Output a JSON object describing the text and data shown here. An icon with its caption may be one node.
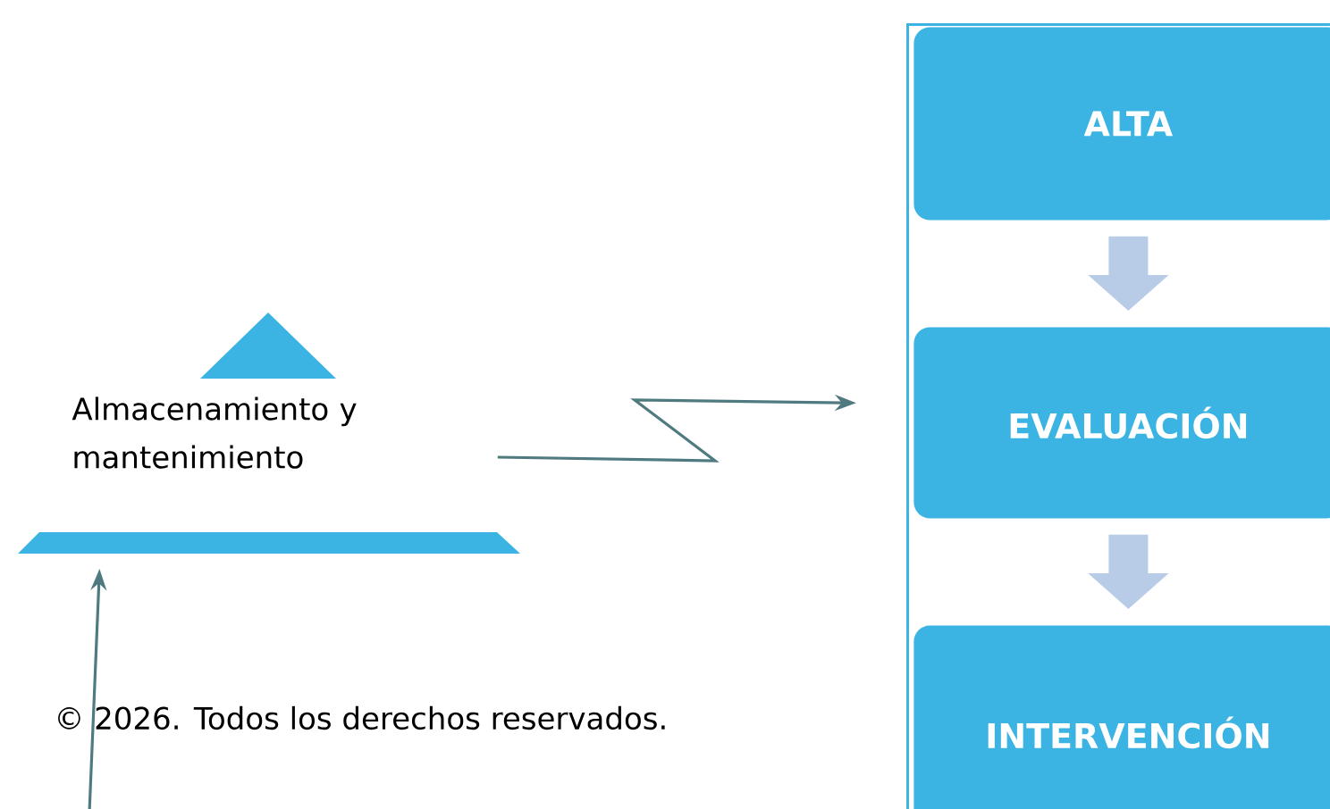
{
  "diagram": {
    "nodes": [
      {
        "text": [],
        "shape": "box"
      },
      {
        "text": [
          "ALTA"
        ],
        "in": 0
      },
      {
        "text": [
          "EVALUACIÓN"
        ],
        "in": 0
      },
      {
        "text": [
          "INTERVENCIÓN"
        ],
        "in": 0
      },
      {
        "text": [
          "Almacenamiento y mantenimiento"
        ]
      }
    ],
    "edges": [
      {
        "from": 1,
        "to": 2,
        "arrow": "to",
        "style": "thick",
        "color": "#b8cce8"
      },
      {
        "from": 2,
        "to": 3,
        "arrow": "to",
        "style": "thick",
        "color": "#b8cce8"
      },
      {
        "from": 4,
        "to": 0,
        "arrow": "to",
        "color": "#4f7a80"
      },
      {
        "from": null,
        "to": 4,
        "arrow": "to",
        "color": "#4f7a80"
      }
    ],
    "labels": [
      "© 2026. Todos los derechos reservados."
    ]
  }
}
